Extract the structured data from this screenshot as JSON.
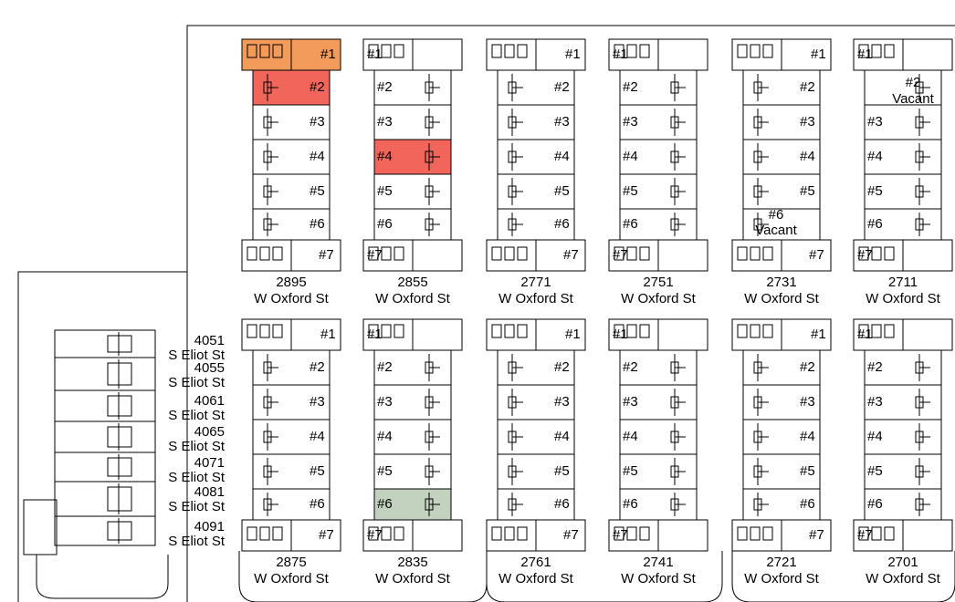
{
  "colors": {
    "occupied_red": "#f04a3e",
    "occupied_orange": "#f08a3e",
    "highlight_green": "#b8c9b4",
    "line": "#000000",
    "background": "#ffffff"
  },
  "buildings_top": [
    {
      "number": "2895",
      "street": "W Oxford St",
      "units": [
        "#1",
        "#2",
        "#3",
        "#4",
        "#5",
        "#6",
        "#7"
      ],
      "unit_colors": {
        "1": "orange",
        "2": "red"
      }
    },
    {
      "number": "2855",
      "street": "W Oxford St",
      "units": [
        "#1",
        "#2",
        "#3",
        "#4",
        "#5",
        "#6",
        "#7"
      ],
      "unit_colors": {
        "4": "red"
      }
    },
    {
      "number": "2771",
      "street": "W Oxford St",
      "units": [
        "#1",
        "#2",
        "#3",
        "#4",
        "#5",
        "#6",
        "#7"
      ]
    },
    {
      "number": "2751",
      "street": "W Oxford St",
      "units": [
        "#1",
        "#2",
        "#3",
        "#4",
        "#5",
        "#6",
        "#7"
      ]
    },
    {
      "number": "2731",
      "street": "W Oxford St",
      "units": [
        "#1",
        "#2",
        "#3",
        "#4",
        "#5",
        "#6 Vacant",
        "#7"
      ]
    },
    {
      "number": "2711",
      "street": "W Oxford St",
      "units": [
        "#1",
        "#2 Vacant",
        "#3",
        "#4",
        "#5",
        "#6",
        "#7"
      ]
    }
  ],
  "buildings_bottom": [
    {
      "number": "2875",
      "street": "W Oxford St",
      "units": [
        "#1",
        "#2",
        "#3",
        "#4",
        "#5",
        "#6",
        "#7"
      ]
    },
    {
      "number": "2835",
      "street": "W Oxford St",
      "units": [
        "#1",
        "#2",
        "#3",
        "#4",
        "#5",
        "#6",
        "#7"
      ],
      "unit_colors": {
        "6": "green"
      }
    },
    {
      "number": "2761",
      "street": "W Oxford St",
      "units": [
        "#1",
        "#2",
        "#3",
        "#4",
        "#5",
        "#6",
        "#7"
      ]
    },
    {
      "number": "2741",
      "street": "W Oxford St",
      "units": [
        "#1",
        "#2",
        "#3",
        "#4",
        "#5",
        "#6",
        "#7"
      ]
    },
    {
      "number": "2721",
      "street": "W Oxford St",
      "units": [
        "#1",
        "#2",
        "#3",
        "#4",
        "#5",
        "#6",
        "#7"
      ]
    },
    {
      "number": "2701",
      "street": "W Oxford St",
      "units": [
        "#1",
        "#2",
        "#3",
        "#4",
        "#5",
        "#6",
        "#7"
      ]
    }
  ],
  "eliot": [
    {
      "number": "4051",
      "street": "S Eliot St"
    },
    {
      "number": "4055",
      "street": "S Eliot St"
    },
    {
      "number": "4061",
      "street": "S Eliot St"
    },
    {
      "number": "4065",
      "street": "S Eliot St"
    },
    {
      "number": "4071",
      "street": "S Eliot St"
    },
    {
      "number": "4081",
      "street": "S Eliot St"
    },
    {
      "number": "4091",
      "street": "S Eliot St"
    }
  ],
  "vacant_labels": {
    "v2731_num": "#6",
    "v2731_text": "Vacant",
    "v2711_num": "#2",
    "v2711_text": "Vacant"
  }
}
